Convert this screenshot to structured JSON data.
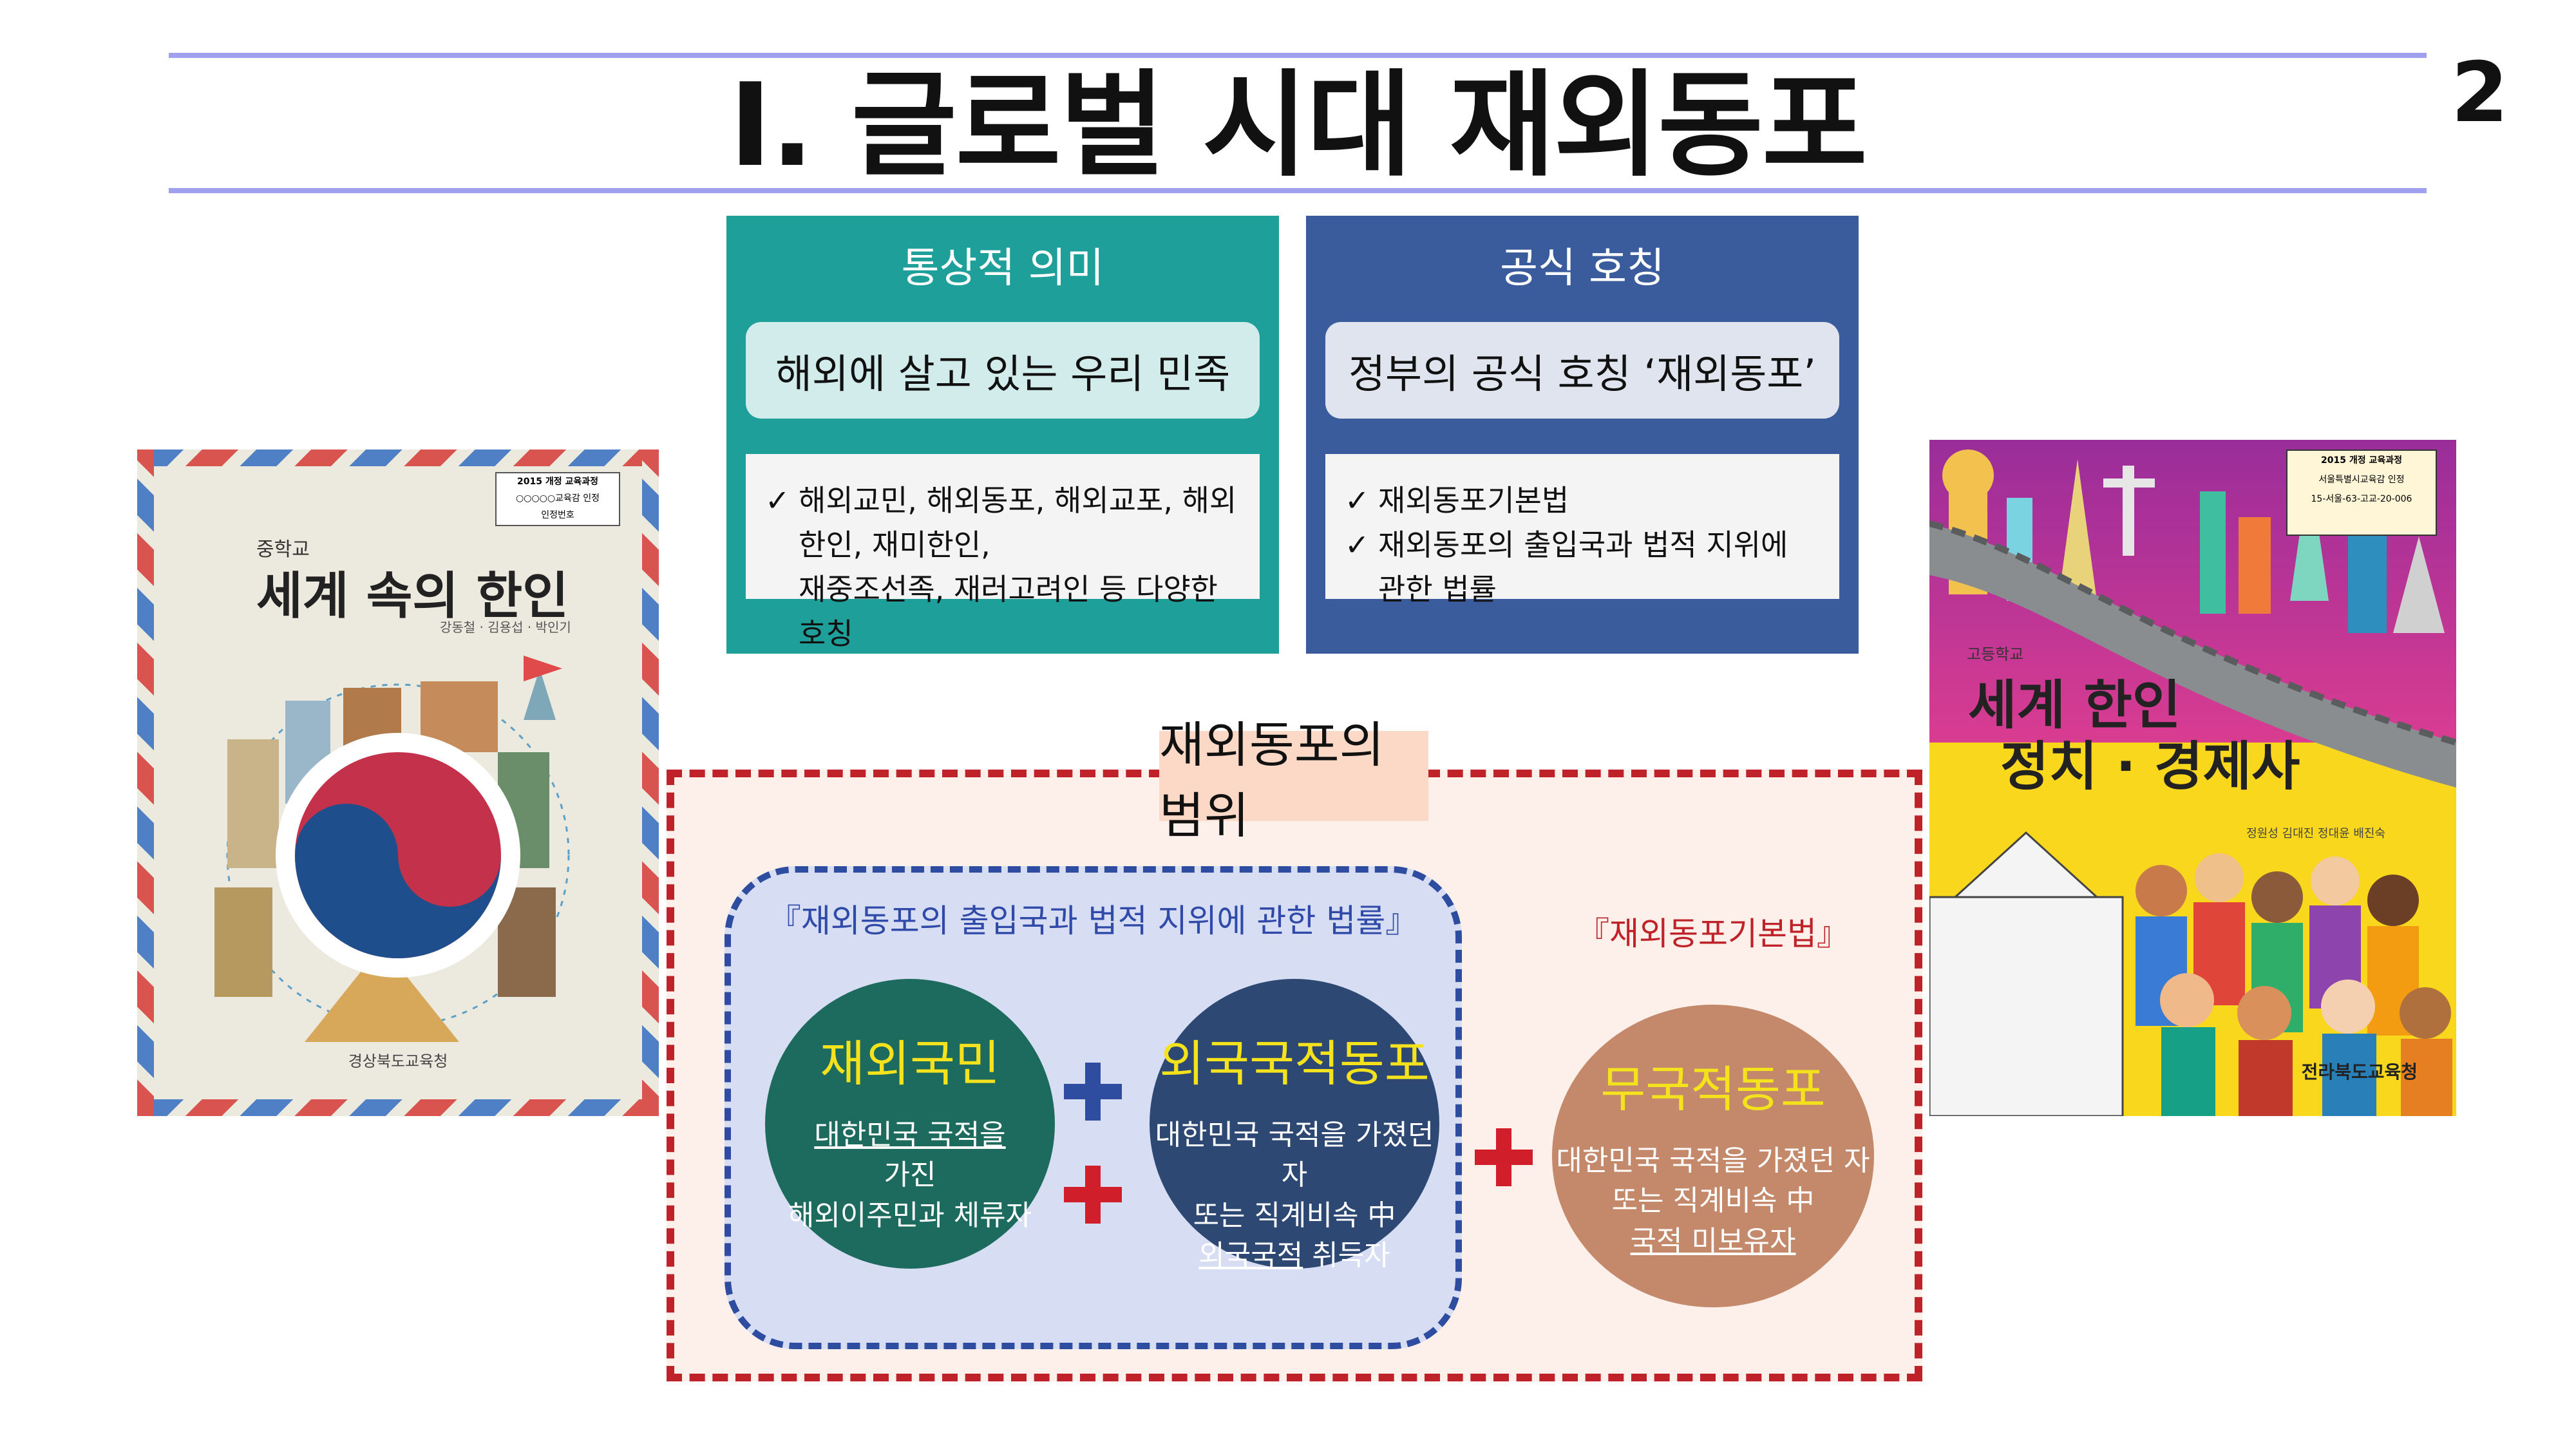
{
  "header": {
    "title": "Ⅰ. 글로벌 시대 재외동포",
    "page_number": "2"
  },
  "panels": {
    "common": {
      "title": "통상적 의미",
      "summary": "해외에 살고 있는 우리 민족",
      "items": [
        "해외교민, 해외동포, 해외교포, 해외한인, 재미한인,",
        "재중조선족, 재러고려인 등 다양한 호칭"
      ],
      "color": "#1f9f9a"
    },
    "official": {
      "title": "공식 호칭",
      "summary": "정부의 공식 호칭 ‘재외동포’",
      "items": [
        "재외동포기본법",
        "재외동포의 출입국과 법적 지위에 관한 법률"
      ],
      "color": "#3a5c9d"
    },
    "check_mark": "✓"
  },
  "book_left": {
    "badge_line1": "2015 개정 교육과정",
    "badge_line2": "○○○○○교육감 인정",
    "badge_line3": "인정번호",
    "school": "중학교",
    "title": "세계 속의 한인",
    "authors": "강동철 · 김용섭 · 박인기",
    "publisher": "경상북도교육청"
  },
  "book_right": {
    "badge_line1": "2015 개정 교육과정",
    "badge_line2": "서울특별시교육감 인정",
    "badge_line3": "15-서울-63-고교-20-006",
    "school": "고등학교",
    "title_line1": "세계 한인",
    "title_line2": "정치 · 경제사",
    "authors": "정원성  김대진  정대윤  배진숙",
    "publisher": "전라북도교육청"
  },
  "scope": {
    "title": "재외동포의 범위",
    "law_label": "『재외동포의 출입국과 법적 지위에 관한 법률』",
    "basic_law_label": "『재외동포기본법』",
    "national": {
      "title": "재외국민",
      "line1": "대한민국 국적을",
      "line2": "가진",
      "line3": "해외이주민과 체류자"
    },
    "foreign": {
      "title": "외국국적동포",
      "line1": "대한민국 국적을 가졌던 자",
      "line2": "또는 직계비속 中",
      "line3_u": "외국국적",
      "line3_rest": " 취득자"
    },
    "stateless": {
      "title": "무국적동포",
      "line1": "대한민국 국적을 가졌던 자",
      "line2": "또는 직계비속 中",
      "line3": "국적 미보유자"
    },
    "colors": {
      "border": "#c0222a",
      "law_border": "#2e4da0",
      "national": "#1d6b5e",
      "foreign": "#2e4874",
      "stateless": "#c4896a",
      "circle_title": "#f4e21c"
    }
  }
}
